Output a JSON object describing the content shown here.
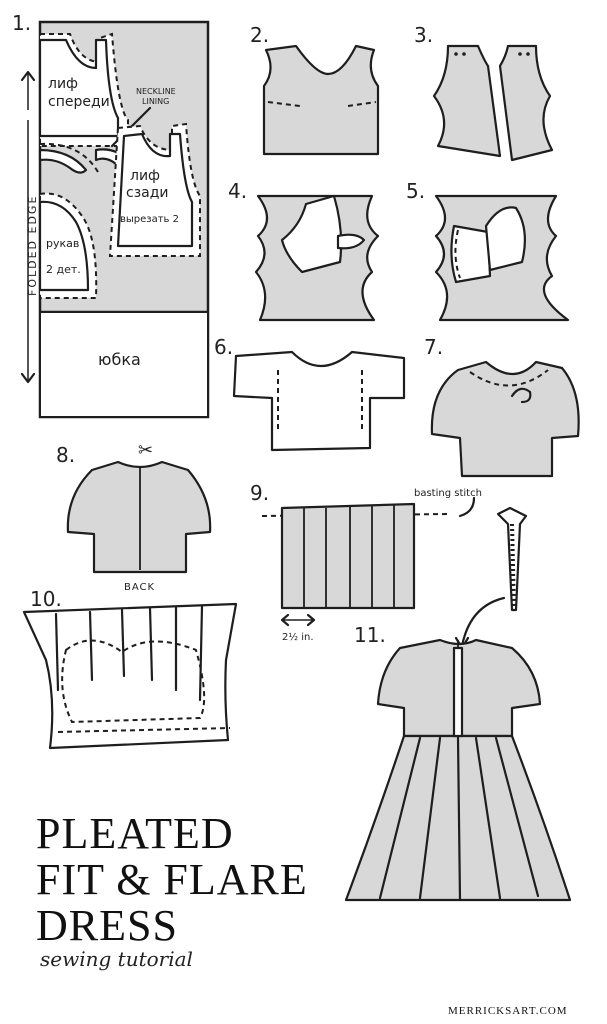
{
  "steps": {
    "s1": "1.",
    "s2": "2.",
    "s3": "3.",
    "s4": "4.",
    "s5": "5.",
    "s6": "6.",
    "s7": "7.",
    "s8": "8.",
    "s9": "9.",
    "s10": "10.",
    "s11": "11."
  },
  "pattern": {
    "front_bodice_1": "лиф",
    "front_bodice_2": "спереди",
    "neckline_1": "NECKLINE",
    "neckline_2": "LINING",
    "back_bodice_1": "лиф",
    "back_bodice_2": "сзади",
    "back_cut": "вырезать 2",
    "sleeve_1": "рукав",
    "sleeve_2": "2 дет.",
    "skirt": "юбка",
    "folded_edge": "FOLDED EDGE"
  },
  "labels": {
    "back": "BACK",
    "basting_stitch": "basting stitch",
    "pleat_width": "2½ in."
  },
  "title": {
    "line1": "PLEATED",
    "line2": "FIT & FLARE",
    "line3": "DRESS",
    "subtitle": "sewing tutorial"
  },
  "credit": "MERRICKSART.COM"
}
